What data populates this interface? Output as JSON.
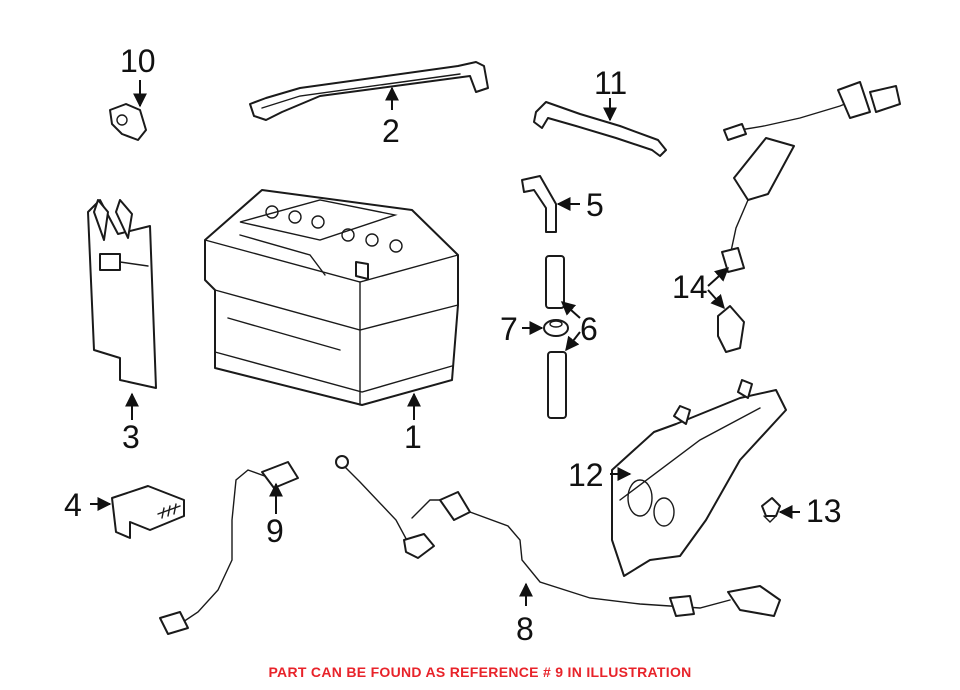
{
  "callouts": [
    {
      "id": "1",
      "label": "1"
    },
    {
      "id": "2",
      "label": "2"
    },
    {
      "id": "3",
      "label": "3"
    },
    {
      "id": "4",
      "label": "4"
    },
    {
      "id": "5",
      "label": "5"
    },
    {
      "id": "6",
      "label": "6"
    },
    {
      "id": "7",
      "label": "7"
    },
    {
      "id": "8",
      "label": "8"
    },
    {
      "id": "9",
      "label": "9"
    },
    {
      "id": "10",
      "label": "10"
    },
    {
      "id": "11",
      "label": "11"
    },
    {
      "id": "12",
      "label": "12"
    },
    {
      "id": "13",
      "label": "13"
    },
    {
      "id": "14",
      "label": "14"
    }
  ],
  "footer": {
    "note": "PART CAN BE FOUND AS REFERENCE # 9 IN ILLUSTRATION",
    "color": "#e8232a"
  }
}
